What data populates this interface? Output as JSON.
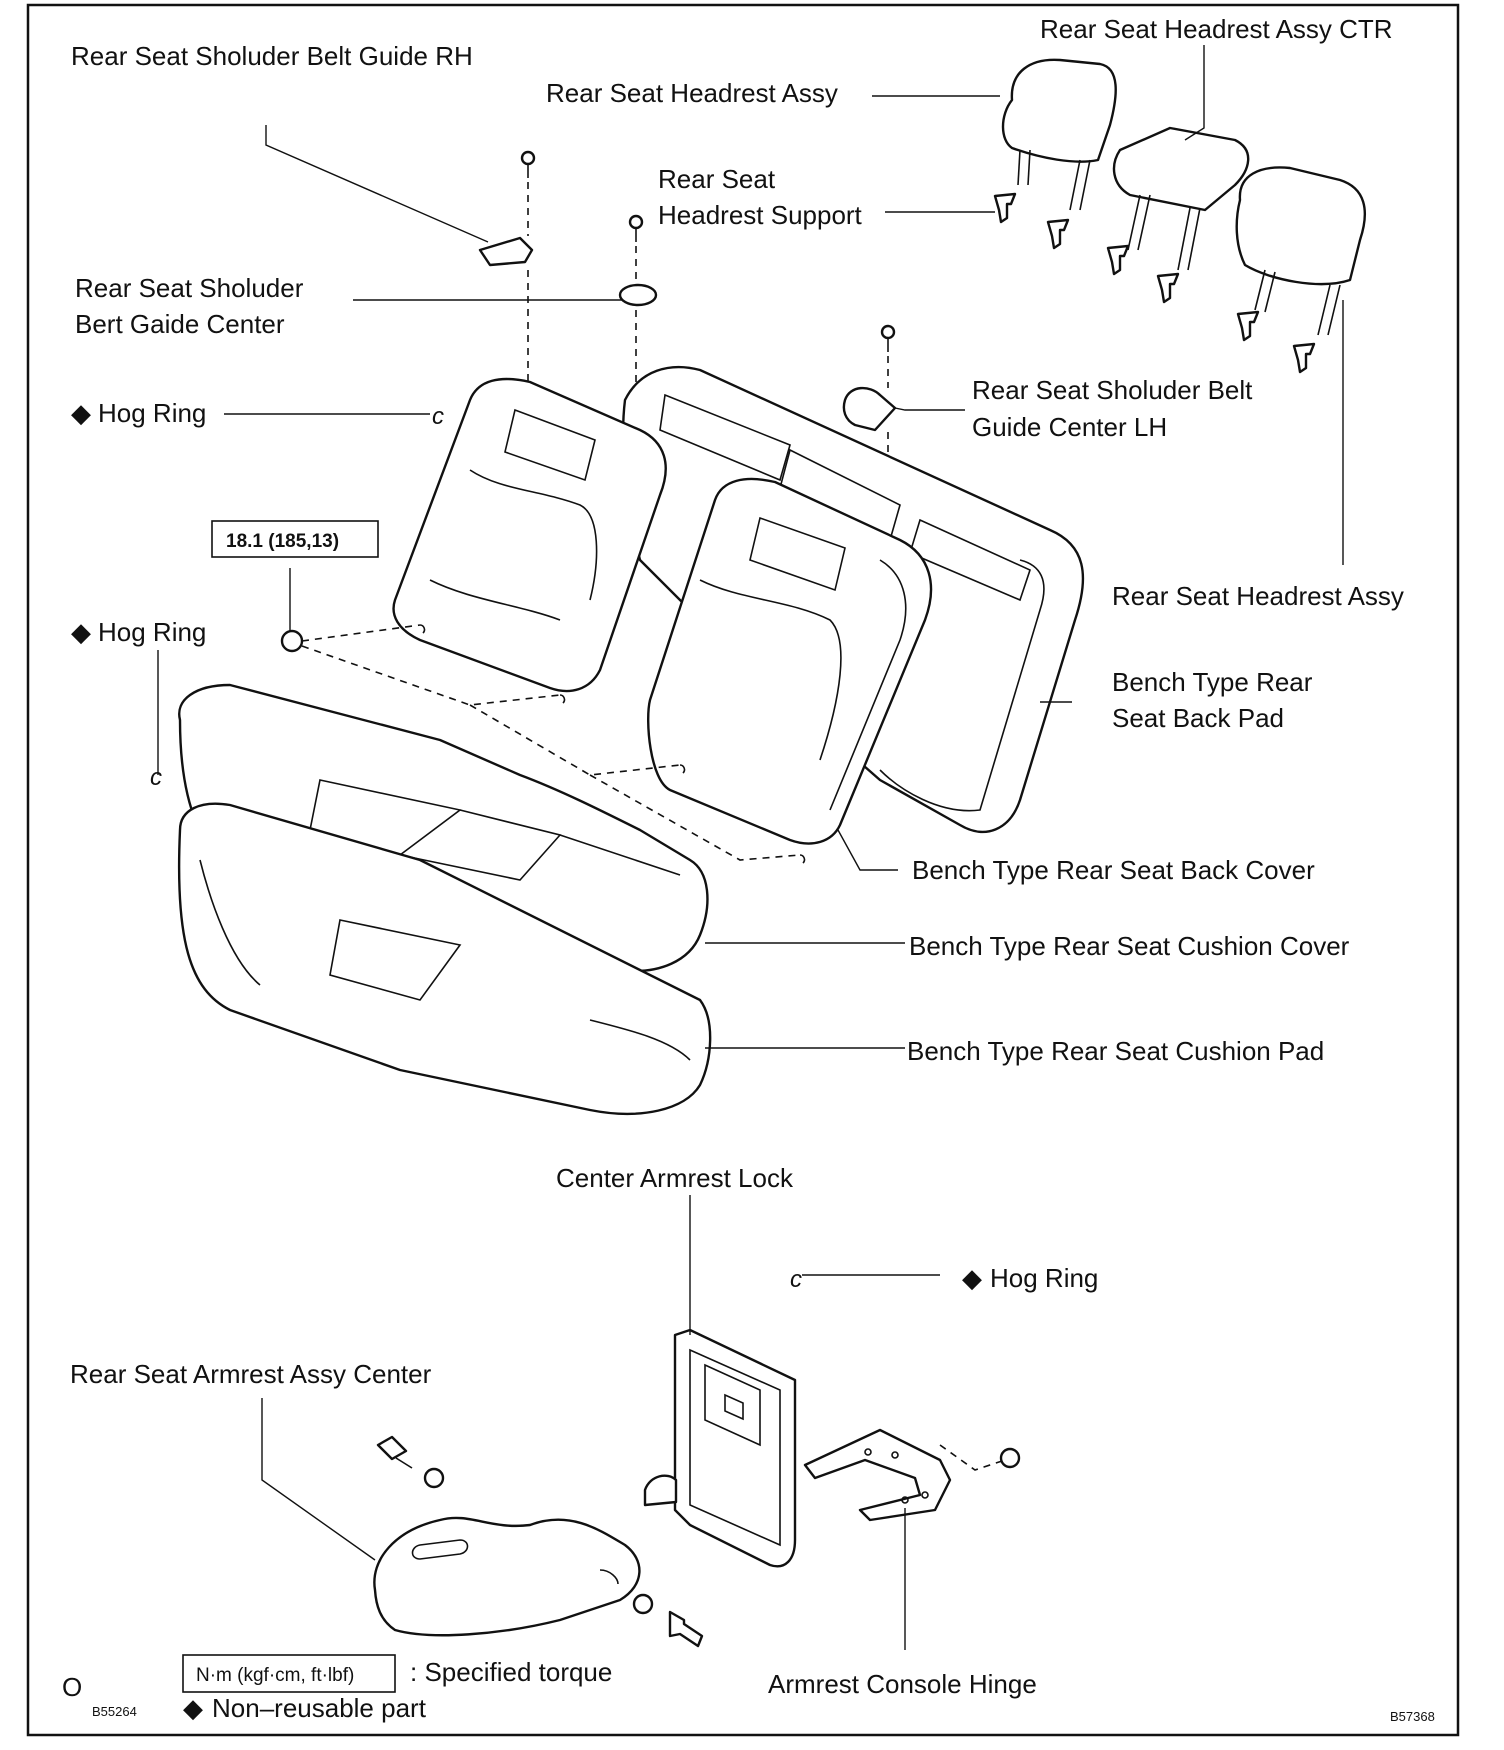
{
  "labels": {
    "shoulder_belt_guide_rh": "Rear Seat Sholuder Belt Guide RH",
    "headrest_assy_ctr": "Rear Seat Headrest Assy CTR",
    "headrest_assy_top": "Rear Seat Headrest Assy",
    "headrest_support_line1": "Rear Seat",
    "headrest_support_line2": "Headrest Support",
    "belt_guide_center_line1": "Rear Seat Sholuder",
    "belt_guide_center_line2": "Bert Gaide Center",
    "hog_ring_1": "Hog Ring",
    "belt_guide_lh_line1": "Rear Seat Sholuder Belt",
    "belt_guide_lh_line2": "Guide Center LH",
    "headrest_assy_right": "Rear Seat Headrest Assy",
    "hog_ring_2": "Hog Ring",
    "back_pad_line1": "Bench Type Rear",
    "back_pad_line2": "Seat Back Pad",
    "back_cover": "Bench Type Rear Seat Back Cover",
    "cushion_cover": "Bench Type Rear Seat Cushion Cover",
    "cushion_pad": "Bench Type Rear Seat Cushion Pad",
    "armrest_lock": "Center Armrest Lock",
    "hog_ring_3": "Hog Ring",
    "armrest_assy": "Rear Seat Armrest Assy Center",
    "console_hinge": "Armrest Console Hinge"
  },
  "torque": {
    "spec": "18.1 (185,13)"
  },
  "legend": {
    "units_box": "N·m (kgf·cm, ft·lbf)",
    "units_text": ": Specified torque",
    "nonreusable_symbol": "◆",
    "nonreusable_text": "Non–reusable part"
  },
  "codes": {
    "left_mark": "O",
    "left_code": "B55264",
    "right_code": "B57368"
  }
}
